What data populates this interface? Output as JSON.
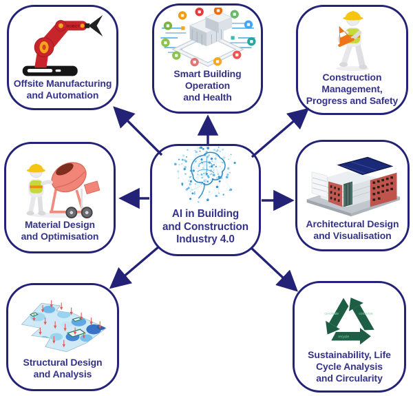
{
  "diagram": {
    "type": "hub-and-spoke",
    "colors": {
      "box_border": "#232277",
      "label_text": "#343289",
      "arrow": "#232277",
      "background": "#ffffff",
      "robot_red": "#c8242b",
      "recycle_green": "#1e5e45",
      "heatmap_blue": "#4aa6e0",
      "brain_blue": "#5fb4e4"
    },
    "center": {
      "label_lines": [
        "AI in Building",
        "and Construction",
        "Industry 4.0"
      ],
      "icon": "ai-brain-network-icon"
    },
    "nodes": [
      {
        "id": "offsite",
        "label_lines": [
          "Offsite Manufacturing",
          "and Automation"
        ],
        "icon": "robot-arm-icon",
        "icon_text": "ROBOT"
      },
      {
        "id": "smart-building",
        "label_lines": [
          "Smart Building",
          "Operation",
          "and Health"
        ],
        "icon": "smart-building-icon"
      },
      {
        "id": "construction-management",
        "label_lines": [
          "Construction",
          "Management,",
          "Progress and Safety"
        ],
        "icon": "construction-worker-icon"
      },
      {
        "id": "material-design",
        "label_lines": [
          "Material Design",
          "and Optimisation"
        ],
        "icon": "concrete-mixer-icon"
      },
      {
        "id": "architectural-design",
        "label_lines": [
          "Architectural Design",
          "and Visualisation"
        ],
        "icon": "building-model-icon"
      },
      {
        "id": "structural-design",
        "label_lines": [
          "Structural Design",
          "and Analysis"
        ],
        "icon": "structural-heatmap-icon"
      },
      {
        "id": "sustainability",
        "label_lines": [
          "Sustainability, Life",
          "Cycle  Analysis",
          "and Circularity"
        ],
        "icon": "recycle-symbol-icon",
        "icon_words": [
          "recycle",
          "conserve",
          "co-create"
        ]
      }
    ]
  }
}
